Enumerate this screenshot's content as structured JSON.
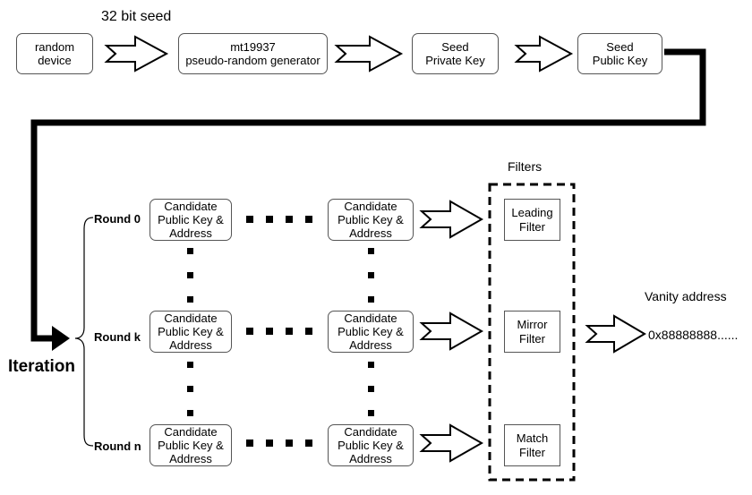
{
  "seed_label": "32 bit seed",
  "top_row": [
    {
      "name": "random-device-box",
      "text": "random\ndevice"
    },
    {
      "name": "mt19937-box",
      "text": "mt19937\npseudo-random generator"
    },
    {
      "name": "seed-private-key-box",
      "text": "Seed\nPrivate Key"
    },
    {
      "name": "seed-public-key-box",
      "text": "Seed\nPublic Key"
    }
  ],
  "iteration_label": "Iteration",
  "rounds": [
    "Round 0",
    "Round k",
    "Round n"
  ],
  "candidate_text": "Candidate\nPublic Key &\nAddress",
  "filters_title": "Filters",
  "filters": [
    "Leading\nFilter",
    "Mirror\nFilter",
    "Match\nFilter"
  ],
  "vanity_label": "Vanity address",
  "vanity_value": "0x88888888......"
}
